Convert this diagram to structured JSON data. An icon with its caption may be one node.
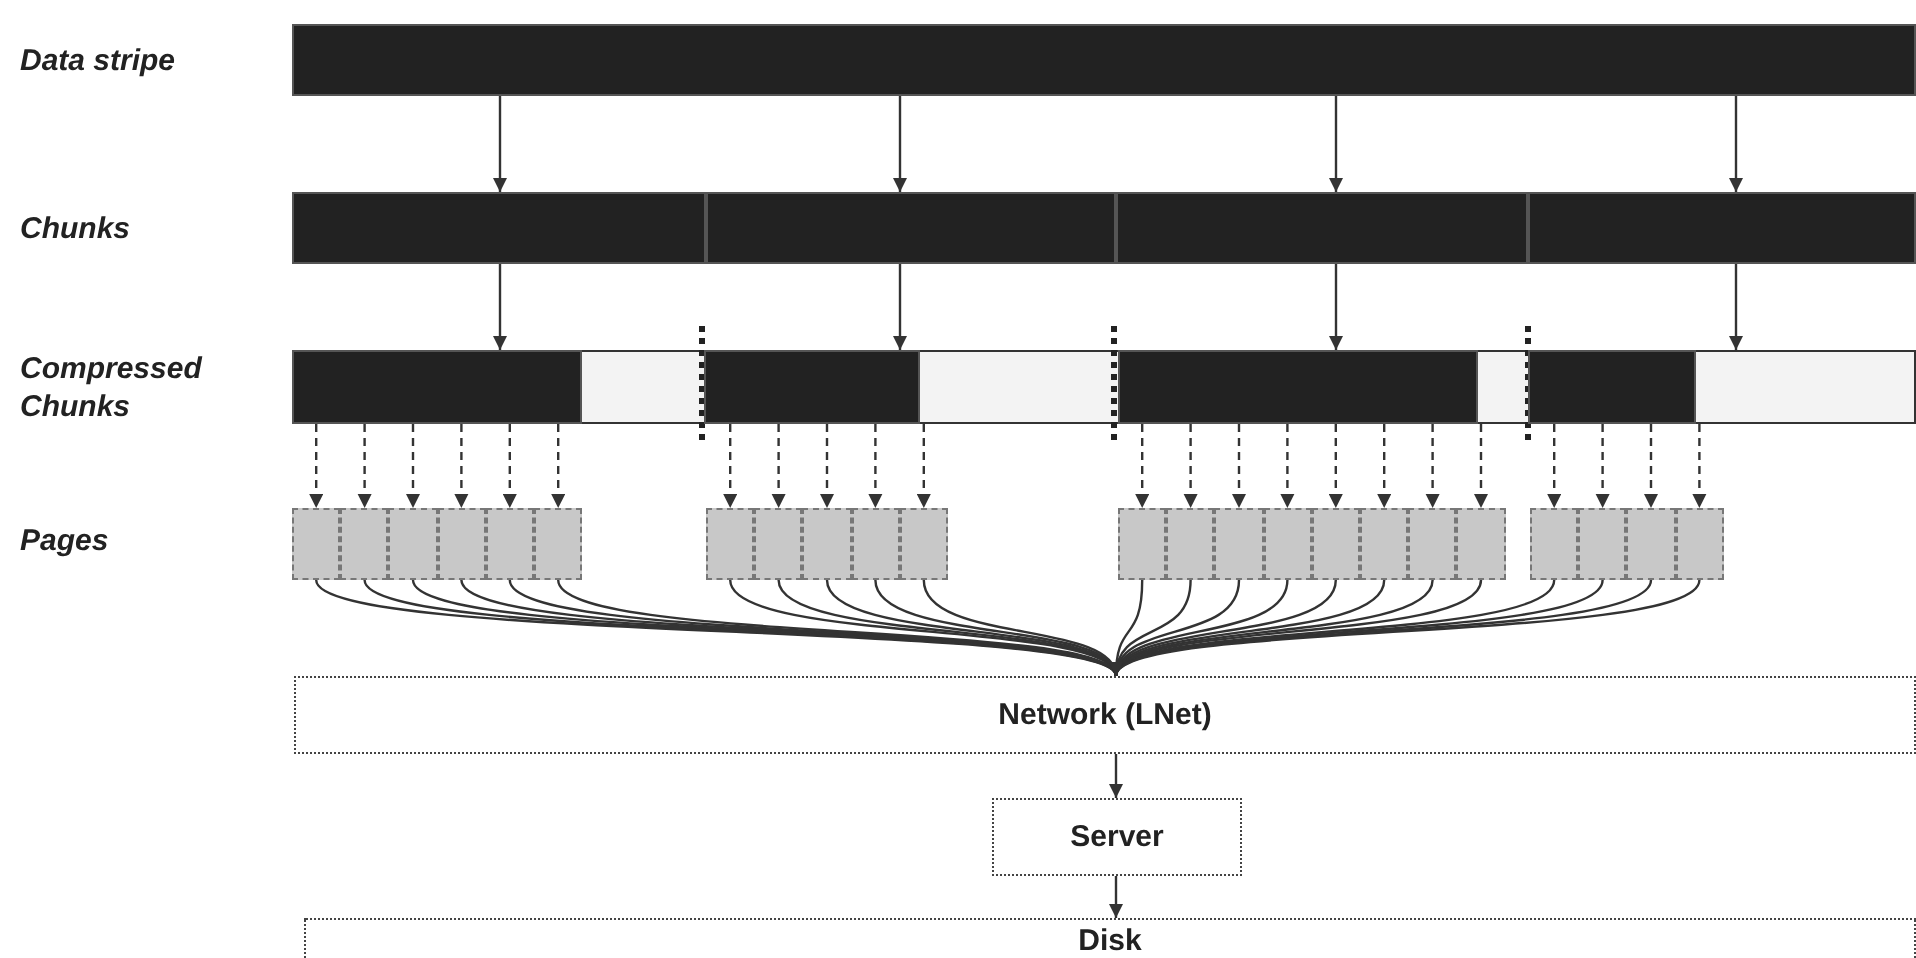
{
  "diagram": {
    "nodes": [
      {
        "text": [],
        "shape": "bar"
      },
      {
        "text": [],
        "shape": "bar"
      },
      {
        "text": [],
        "shape": "bar"
      },
      {
        "text": [],
        "shape": "bar"
      },
      {
        "text": [],
        "shape": "bar"
      },
      {
        "text": [],
        "shape": "bar"
      },
      {
        "text": [],
        "shape": "bar"
      },
      {
        "text": [],
        "shape": "bar"
      },
      {
        "text": [],
        "shape": "bar"
      },
      {
        "text": [],
        "shape": "box"
      },
      {
        "text": [],
        "shape": "box"
      },
      {
        "text": [],
        "shape": "box"
      },
      {
        "text": [],
        "shape": "box"
      },
      {
        "text": [],
        "shape": "box"
      },
      {
        "text": [],
        "shape": "box"
      },
      {
        "text": [],
        "shape": "box"
      },
      {
        "text": [],
        "shape": "box"
      },
      {
        "text": [],
        "shape": "box"
      },
      {
        "text": [],
        "shape": "box"
      },
      {
        "text": [],
        "shape": "box"
      },
      {
        "text": [],
        "shape": "box"
      },
      {
        "text": [],
        "shape": "box"
      },
      {
        "text": [],
        "shape": "box"
      },
      {
        "text": [],
        "shape": "box"
      },
      {
        "text": [],
        "shape": "box"
      },
      {
        "text": [],
        "shape": "box"
      },
      {
        "text": [],
        "shape": "box"
      },
      {
        "text": [],
        "shape": "box"
      },
      {
        "text": [],
        "shape": "box"
      },
      {
        "text": [],
        "shape": "box"
      },
      {
        "text": [],
        "shape": "box"
      },
      {
        "text": [],
        "shape": "box"
      },
      {
        "text": [
          "Network (LNet)"
        ]
      },
      {
        "text": [
          "Server"
        ]
      },
      {
        "text": [
          "Disk"
        ]
      }
    ],
    "edges": [
      {
        "from": 0,
        "to": 1,
        "arrow": "to"
      },
      {
        "from": 0,
        "to": 2,
        "arrow": "to"
      },
      {
        "from": 0,
        "to": 3,
        "arrow": "to"
      },
      {
        "from": 0,
        "to": 4,
        "arrow": "to"
      },
      {
        "from": 1,
        "to": 5,
        "arrow": "to"
      },
      {
        "from": 2,
        "to": 6,
        "arrow": "to"
      },
      {
        "from": 3,
        "to": 7,
        "arrow": "to"
      },
      {
        "from": 4,
        "to": 8,
        "arrow": "to"
      },
      {
        "from": 5,
        "to": 9,
        "arrow": "to",
        "style": "dashed"
      },
      {
        "from": 5,
        "to": 10,
        "arrow": "to",
        "style": "dashed"
      },
      {
        "from": 5,
        "to": 11,
        "arrow": "to",
        "style": "dashed"
      },
      {
        "from": 5,
        "to": 12,
        "arrow": "to",
        "style": "dashed"
      },
      {
        "from": 5,
        "to": 13,
        "arrow": "to",
        "style": "dashed"
      },
      {
        "from": 5,
        "to": 14,
        "arrow": "to",
        "style": "dashed"
      },
      {
        "from": 6,
        "to": 15,
        "arrow": "to",
        "style": "dashed"
      },
      {
        "from": 6,
        "to": 16,
        "arrow": "to",
        "style": "dashed"
      },
      {
        "from": 6,
        "to": 17,
        "arrow": "to",
        "style": "dashed"
      },
      {
        "from": 6,
        "to": 18,
        "arrow": "to",
        "style": "dashed"
      },
      {
        "from": 6,
        "to": 19,
        "arrow": "to",
        "style": "dashed"
      },
      {
        "from": 7,
        "to": 20,
        "arrow": "to",
        "style": "dashed"
      },
      {
        "from": 7,
        "to": 21,
        "arrow": "to",
        "style": "dashed"
      },
      {
        "from": 7,
        "to": 22,
        "arrow": "to",
        "style": "dashed"
      },
      {
        "from": 7,
        "to": 23,
        "arrow": "to",
        "style": "dashed"
      },
      {
        "from": 7,
        "to": 24,
        "arrow": "to",
        "style": "dashed"
      },
      {
        "from": 7,
        "to": 25,
        "arrow": "to",
        "style": "dashed"
      },
      {
        "from": 7,
        "to": 26,
        "arrow": "to",
        "style": "dashed"
      },
      {
        "from": 7,
        "to": 27,
        "arrow": "to",
        "style": "dashed"
      },
      {
        "from": 8,
        "to": 28,
        "arrow": "to",
        "style": "dashed"
      },
      {
        "from": 8,
        "to": 29,
        "arrow": "to",
        "style": "dashed"
      },
      {
        "from": 8,
        "to": 30,
        "arrow": "to",
        "style": "dashed"
      },
      {
        "from": 8,
        "to": 31,
        "arrow": "to",
        "style": "dashed"
      },
      {
        "from": 9,
        "to": 32,
        "arrow": "to"
      },
      {
        "from": 10,
        "to": 32,
        "arrow": "to"
      },
      {
        "from": 11,
        "to": 32,
        "arrow": "to"
      },
      {
        "from": 12,
        "to": 32,
        "arrow": "to"
      },
      {
        "from": 13,
        "to": 32,
        "arrow": "to"
      },
      {
        "from": 14,
        "to": 32,
        "arrow": "to"
      },
      {
        "from": 15,
        "to": 32,
        "arrow": "to"
      },
      {
        "from": 16,
        "to": 32,
        "arrow": "to"
      },
      {
        "from": 17,
        "to": 32,
        "arrow": "to"
      },
      {
        "from": 18,
        "to": 32,
        "arrow": "to"
      },
      {
        "from": 19,
        "to": 32,
        "arrow": "to"
      },
      {
        "from": 20,
        "to": 32,
        "arrow": "to"
      },
      {
        "from": 21,
        "to": 32,
        "arrow": "to"
      },
      {
        "from": 22,
        "to": 32,
        "arrow": "to"
      },
      {
        "from": 23,
        "to": 32,
        "arrow": "to"
      },
      {
        "from": 24,
        "to": 32,
        "arrow": "to"
      },
      {
        "from": 25,
        "to": 32,
        "arrow": "to"
      },
      {
        "from": 26,
        "to": 32,
        "arrow": "to"
      },
      {
        "from": 27,
        "to": 32,
        "arrow": "to"
      },
      {
        "from": 28,
        "to": 32,
        "arrow": "to"
      },
      {
        "from": 29,
        "to": 32,
        "arrow": "to"
      },
      {
        "from": 30,
        "to": 32,
        "arrow": "to"
      },
      {
        "from": 31,
        "to": 32,
        "arrow": "to"
      },
      {
        "from": 32,
        "to": 33,
        "arrow": "to"
      },
      {
        "from": 33,
        "to": 34,
        "arrow": "to"
      }
    ],
    "labels": [
      "Data stripe",
      "Chunks",
      "Compressed Chunks",
      "Pages"
    ]
  }
}
